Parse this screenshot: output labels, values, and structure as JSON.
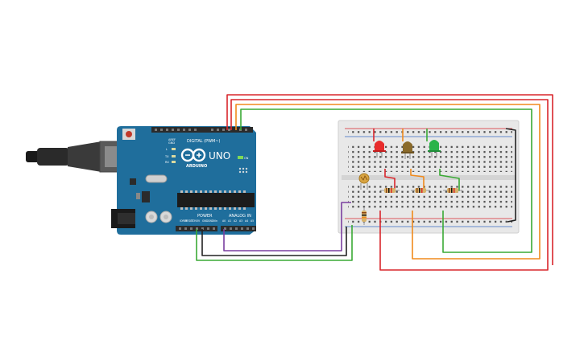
{
  "board": {
    "model": "UNO",
    "brand": "ARDUINO",
    "digital_label": "DIGITAL (PWM~)",
    "power_label": "POWER",
    "analog_label": "ANALOG IN",
    "led_labels": [
      "L",
      "TX",
      "RX"
    ],
    "on_label": "ON",
    "aref_label": "AREF",
    "gnd_label": "GND",
    "power_pins": [
      "IOREF",
      "RESET",
      "3.3V",
      "5V",
      "GND",
      "GND",
      "Vin"
    ],
    "analog_pins": [
      "A0",
      "A1",
      "A2",
      "A3",
      "A4",
      "A5"
    ]
  },
  "colors": {
    "board": "#1f6e9c",
    "header": "#2b2b2b",
    "breadboard": "#e8e8e8",
    "wire_red": "#d9262c",
    "wire_orange": "#f08a1c",
    "wire_green": "#3aaa35",
    "wire_purple": "#7a3fa0",
    "wire_black": "#222222",
    "led_red": "#e82c2c",
    "led_yellow": "#8a6a2a",
    "led_green": "#2bb34a"
  },
  "components": {
    "leds": [
      "red-led",
      "yellow-led",
      "green-led"
    ],
    "ldr": "photoresistor",
    "resistors": 4
  }
}
